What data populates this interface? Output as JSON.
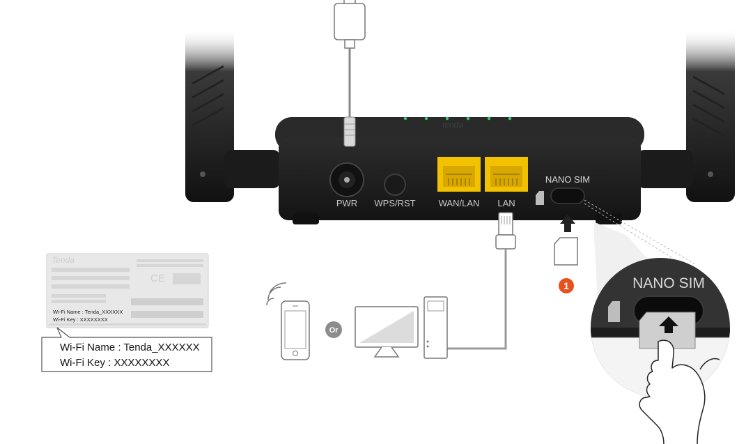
{
  "router": {
    "brand": "tenda",
    "ports": {
      "pwr": "PWR",
      "wps_rst": "WPS/RST",
      "wan_lan": "WAN/LAN",
      "lan": "LAN",
      "nano_sim": "NANO SIM"
    }
  },
  "zoom": {
    "label": "NANO SIM"
  },
  "step": {
    "number": "1",
    "color": "#e8501e"
  },
  "or_badge": {
    "text": "Or"
  },
  "device_label": {
    "brand": "Tenda",
    "ce_mark": "CE",
    "wifi_name_small": "Wi-Fi Name : Tenda_XXXXXX",
    "wifi_key_small": "Wi-Fi Key : XXXXXXXX"
  },
  "callout": {
    "wifi_name": "Wi-Fi Name : Tenda_XXXXXX",
    "wifi_key": "Wi-Fi Key : XXXXXXXX"
  },
  "colors": {
    "port_yellow": "#f2c200",
    "led_green": "#36c96a",
    "accent": "#e8501e"
  }
}
